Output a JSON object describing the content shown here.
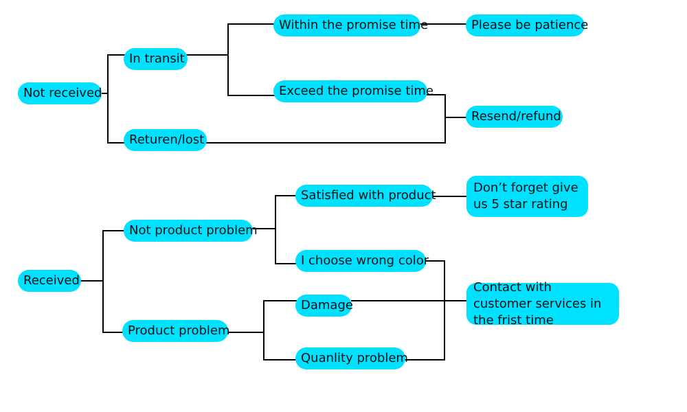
{
  "diagram": {
    "colors": {
      "node_fill": "#00e0ff",
      "line": "#000000",
      "text": "#111111"
    },
    "nodes": {
      "not_received": "Not received",
      "in_transit": "In transit",
      "return_lost": "Returen/lost",
      "within_promise": "Within the promise time",
      "exceed_promise": "Exceed the promise time",
      "please_be_patience": "Please be patience",
      "resend_refund": "Resend/refund",
      "received": "Received",
      "not_product_problem": "Not product problem",
      "product_problem": "Product problem",
      "satisfied": "Satisfied with product",
      "wrong_color": "I choose wrong color",
      "damage": "Damage",
      "quality_problem": "Quanlity problem",
      "star_rating": "Don’t forget give us 5 star rating",
      "contact_service": "Contact with customer services in the frist time"
    }
  }
}
